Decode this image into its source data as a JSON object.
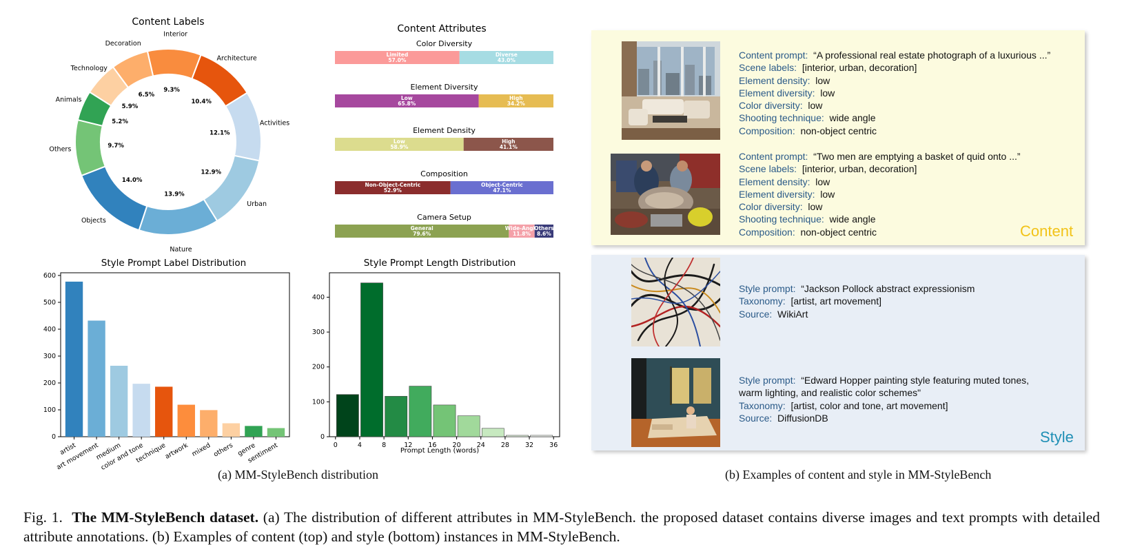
{
  "chart_data": [
    {
      "type": "pie",
      "title": "Content Labels",
      "donut": true,
      "categories": [
        "Interior",
        "Architecture",
        "Activities",
        "Urban",
        "Nature",
        "Objects",
        "Others",
        "Animals",
        "Technology",
        "Decoration"
      ],
      "values": [
        9.3,
        10.4,
        12.1,
        12.9,
        13.9,
        14.0,
        9.7,
        5.2,
        5.9,
        6.5
      ],
      "labels": [
        "9.3%",
        "10.4%",
        "12.1%",
        "12.9%",
        "13.9%",
        "14.0%",
        "9.7%",
        "5.2%",
        "5.9%",
        "6.5%"
      ],
      "colors": [
        "#f98c3e",
        "#e6550d",
        "#c6dbef",
        "#9ecae1",
        "#6baed6",
        "#3182bd",
        "#74c476",
        "#31a354",
        "#fdd0a2",
        "#fdae6b"
      ]
    },
    {
      "type": "bar",
      "stacked": true,
      "orientation": "horizontal",
      "title": "Content Attributes",
      "groups": [
        {
          "name": "Color Diversity",
          "segments": [
            {
              "label": "Limited",
              "value": 57.0,
              "text": "57.0%",
              "color": "#fb9a99"
            },
            {
              "label": "Diverse",
              "value": 43.0,
              "text": "43.0%",
              "color": "#a6dce3"
            }
          ]
        },
        {
          "name": "Element Diversity",
          "segments": [
            {
              "label": "Low",
              "value": 65.8,
              "text": "65.8%",
              "color": "#a6489e"
            },
            {
              "label": "High",
              "value": 34.2,
              "text": "34.2%",
              "color": "#e6bc53"
            }
          ]
        },
        {
          "name": "Element Density",
          "segments": [
            {
              "label": "Low",
              "value": 58.9,
              "text": "58.9%",
              "color": "#dcdc8e"
            },
            {
              "label": "High",
              "value": 41.1,
              "text": "41.1%",
              "color": "#8c564b"
            }
          ]
        },
        {
          "name": "Composition",
          "segments": [
            {
              "label": "Non-Object-Centric",
              "value": 52.9,
              "text": "52.9%",
              "color": "#8b2d2d"
            },
            {
              "label": "Object-Centric",
              "value": 47.1,
              "text": "47.1%",
              "color": "#6a6fd0"
            }
          ]
        },
        {
          "name": "Camera Setup",
          "segments": [
            {
              "label": "General",
              "value": 79.6,
              "text": "79.6%",
              "color": "#8ca252"
            },
            {
              "label": "Wide-Angle",
              "value": 11.8,
              "text": "11.8%",
              "color": "#f4a0a8"
            },
            {
              "label": "Others",
              "value": 8.6,
              "text": "8.6%",
              "color": "#393b79"
            }
          ]
        }
      ]
    },
    {
      "type": "bar",
      "title": "Style Prompt Label Distribution",
      "categories": [
        "artist",
        "art movement",
        "medium",
        "color and tone",
        "technique",
        "artwork",
        "mixed",
        "others",
        "genre",
        "sentiment"
      ],
      "values": [
        577,
        432,
        264,
        197,
        186,
        119,
        99,
        50,
        40,
        32
      ],
      "colors": [
        "#3182bd",
        "#6baed6",
        "#9ecae1",
        "#c6dbef",
        "#e6550d",
        "#fd8d3c",
        "#fdae6b",
        "#fdd0a2",
        "#31a354",
        "#74c476"
      ],
      "ylim": [
        0,
        610
      ],
      "yticks": [
        0,
        100,
        200,
        300,
        400,
        500,
        600
      ],
      "xlabel": "",
      "ylabel": ""
    },
    {
      "type": "bar",
      "title": "Style Prompt Length Distribution",
      "xlabel": "Prompt Length (words)",
      "ylabel": "",
      "bins": [
        [
          0,
          4
        ],
        [
          4,
          8
        ],
        [
          8,
          12
        ],
        [
          12,
          16
        ],
        [
          16,
          20
        ],
        [
          20,
          24
        ],
        [
          24,
          28
        ],
        [
          28,
          32
        ],
        [
          32,
          36
        ]
      ],
      "values": [
        121,
        441,
        116,
        145,
        91,
        60,
        24,
        4,
        4
      ],
      "colors": [
        "#00441b",
        "#006d2c",
        "#238b45",
        "#41ab5d",
        "#74c476",
        "#a1d99b",
        "#c7e9c0",
        "#e5f5e0",
        "#f7fcf5"
      ],
      "xlim": [
        -1,
        37
      ],
      "ylim": [
        0,
        470
      ],
      "xticks": [
        0,
        4,
        8,
        12,
        16,
        20,
        24,
        28,
        32,
        36
      ],
      "yticks": [
        0,
        100,
        200,
        300,
        400
      ]
    }
  ],
  "examples": {
    "content_badge": "Content",
    "style_badge": "Style",
    "content_items": [
      {
        "image": "living-room-photo",
        "rows": [
          {
            "k": "Content prompt:",
            "v": "“A professional real estate photograph of a luxurious ...”"
          },
          {
            "k": "Scene labels:",
            "v": "[interior, urban, decoration]"
          },
          {
            "k": "Element density:",
            "v": "low"
          },
          {
            "k": "Element diversity:",
            "v": "low"
          },
          {
            "k": "Color diversity:",
            "v": "low"
          },
          {
            "k": "Shooting technique:",
            "v": "wide angle"
          },
          {
            "k": "Composition:",
            "v": "non-object centric"
          }
        ]
      },
      {
        "image": "fish-market-photo",
        "rows": [
          {
            "k": "Content prompt:",
            "v": "“Two men are emptying a basket of quid onto ...”"
          },
          {
            "k": "Scene labels:",
            "v": "[interior, urban, decoration]"
          },
          {
            "k": "Element density:",
            "v": "low"
          },
          {
            "k": "Element diversity:",
            "v": "low"
          },
          {
            "k": "Color diversity:",
            "v": "low"
          },
          {
            "k": "Shooting technique:",
            "v": "wide angle"
          },
          {
            "k": "Composition:",
            "v": "non-object centric"
          }
        ]
      }
    ],
    "style_items": [
      {
        "image": "pollock-painting",
        "rows": [
          {
            "k": "Style prompt:",
            "v": "“Jackson Pollock abstract expressionism"
          },
          {
            "k": "Taxonomy:",
            "v": "[artist, art movement]"
          },
          {
            "k": "Source:",
            "v": "WikiArt"
          }
        ]
      },
      {
        "image": "hopper-painting",
        "rows": [
          {
            "k": "Style prompt:",
            "v": "“Edward Hopper painting style featuring muted tones,"
          },
          {
            "k": "",
            "v": "warm lighting, and realistic color schemes\""
          },
          {
            "k": "Taxonomy:",
            "v": "[artist, color and tone, art movement]"
          },
          {
            "k": "Source:",
            "v": "DiffusionDB"
          }
        ]
      }
    ]
  },
  "captions": {
    "sub_a": "(a) MM-StyleBench distribution",
    "sub_b": "(b) Examples of content and style in MM-StyleBench",
    "fig_label": "Fig. 1.",
    "fig_title": "The MM-StyleBench dataset.",
    "fig_text": "(a) The distribution of different attributes in MM-StyleBench. the proposed dataset contains diverse images and text prompts with detailed attribute annotations. (b) Examples of content (top) and style (bottom) instances in MM-StyleBench."
  },
  "colors": {
    "content_badge": "#f2c318",
    "style_badge": "#1f8fb5",
    "content_panel": "#fcfbdf",
    "style_panel": "#e8eef6",
    "key_text": "#2a5a88"
  }
}
